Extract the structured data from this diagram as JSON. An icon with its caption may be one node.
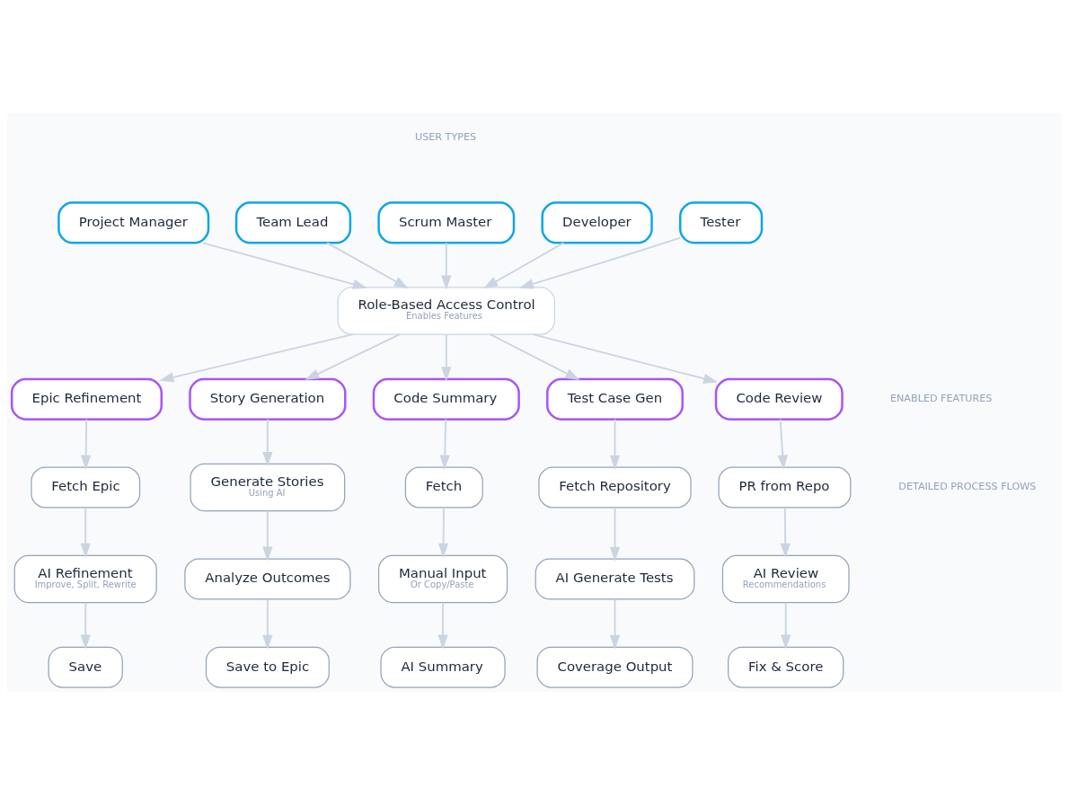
{
  "diagram": {
    "nodes": [
      {
        "text": [
          "Project Manager"
        ]
      },
      {
        "text": [
          "Team Lead"
        ]
      },
      {
        "text": [
          "Scrum Master"
        ]
      },
      {
        "text": [
          "Developer"
        ]
      },
      {
        "text": [
          "Tester"
        ]
      },
      {
        "text": [
          "Role-Based Access Control",
          "Enables Features"
        ]
      },
      {
        "text": [
          "Epic Refinement"
        ]
      },
      {
        "text": [
          "Story Generation"
        ]
      },
      {
        "text": [
          "Code Summary"
        ]
      },
      {
        "text": [
          "Test Case Gen"
        ]
      },
      {
        "text": [
          "Code Review"
        ]
      },
      {
        "text": [
          "Fetch Epic"
        ]
      },
      {
        "text": [
          "AI Refinement",
          "Improve, Split, Rewrite"
        ]
      },
      {
        "text": [
          "Save"
        ]
      },
      {
        "text": [
          "Generate Stories",
          "Using AI"
        ]
      },
      {
        "text": [
          "Analyze Outcomes"
        ]
      },
      {
        "text": [
          "Save to Epic"
        ]
      },
      {
        "text": [
          "Fetch"
        ]
      },
      {
        "text": [
          "Manual Input",
          "Or Copy/Paste"
        ]
      },
      {
        "text": [
          "AI Summary"
        ]
      },
      {
        "text": [
          "Fetch Repository"
        ]
      },
      {
        "text": [
          "AI Generate Tests"
        ]
      },
      {
        "text": [
          "Coverage Output"
        ]
      },
      {
        "text": [
          "PR from Repo"
        ]
      },
      {
        "text": [
          "AI Review",
          "Recommendations"
        ]
      },
      {
        "text": [
          "Fix & Score"
        ]
      }
    ],
    "edges": [
      {
        "from": 0,
        "to": 5,
        "arrow": "to"
      },
      {
        "from": 1,
        "to": 5,
        "arrow": "to"
      },
      {
        "from": 2,
        "to": 5,
        "arrow": "to"
      },
      {
        "from": 3,
        "to": 5,
        "arrow": "to"
      },
      {
        "from": 4,
        "to": 5,
        "arrow": "to"
      },
      {
        "from": 5,
        "to": 6,
        "arrow": "to"
      },
      {
        "from": 5,
        "to": 7,
        "arrow": "to"
      },
      {
        "from": 5,
        "to": 8,
        "arrow": "to"
      },
      {
        "from": 5,
        "to": 9,
        "arrow": "to"
      },
      {
        "from": 5,
        "to": 10,
        "arrow": "to"
      },
      {
        "from": 6,
        "to": 11,
        "arrow": "to"
      },
      {
        "from": 11,
        "to": 12,
        "arrow": "to"
      },
      {
        "from": 12,
        "to": 13,
        "arrow": "to"
      },
      {
        "from": 7,
        "to": 14,
        "arrow": "to"
      },
      {
        "from": 14,
        "to": 15,
        "arrow": "to"
      },
      {
        "from": 15,
        "to": 16,
        "arrow": "to"
      },
      {
        "from": 8,
        "to": 17,
        "arrow": "to"
      },
      {
        "from": 17,
        "to": 18,
        "arrow": "to"
      },
      {
        "from": 18,
        "to": 19,
        "arrow": "to"
      },
      {
        "from": 9,
        "to": 20,
        "arrow": "to"
      },
      {
        "from": 20,
        "to": 21,
        "arrow": "to"
      },
      {
        "from": 21,
        "to": 22,
        "arrow": "to"
      },
      {
        "from": 10,
        "to": 23,
        "arrow": "to"
      },
      {
        "from": 23,
        "to": 24,
        "arrow": "to"
      },
      {
        "from": 24,
        "to": 25,
        "arrow": "to"
      }
    ],
    "labels": [
      "USER TYPES",
      "ENABLED FEATURES",
      "DETAILED PROCESS FLOWS"
    ]
  }
}
